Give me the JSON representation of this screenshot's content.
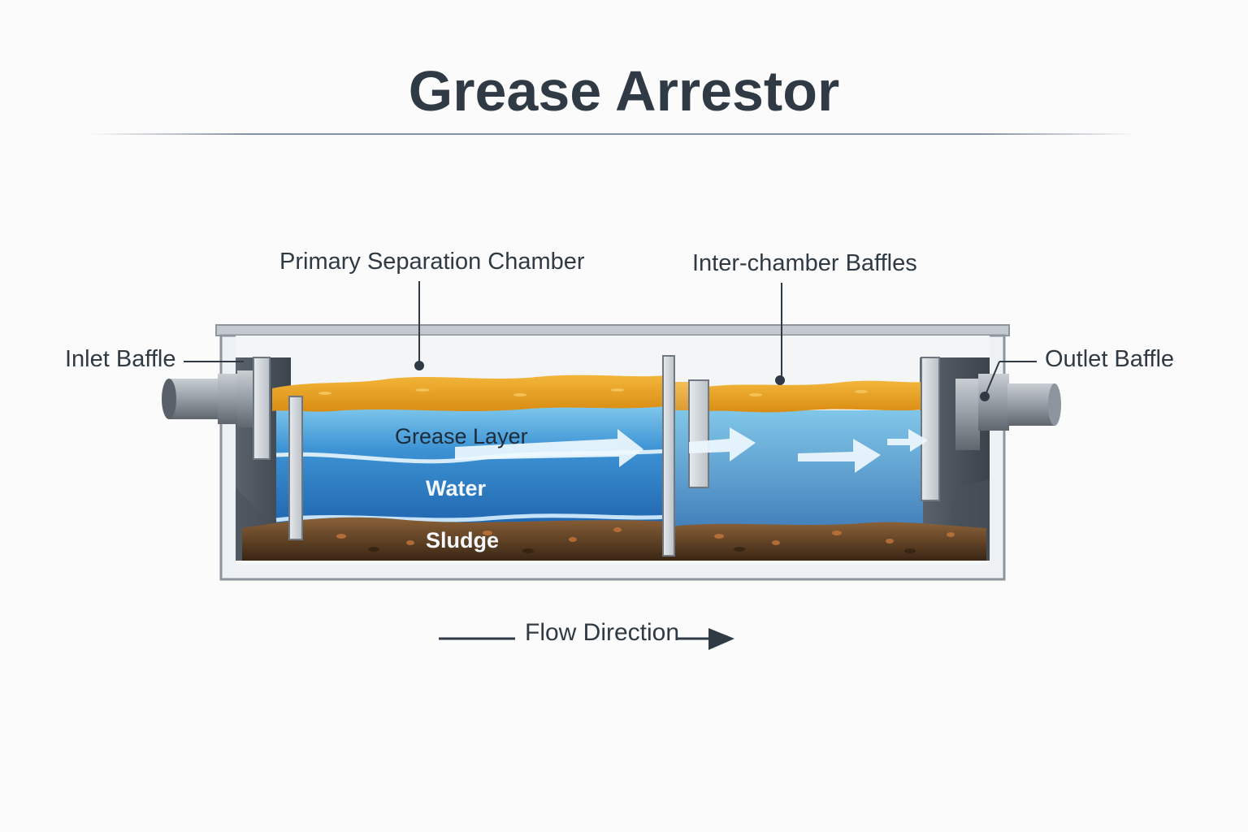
{
  "title": "Grease Arrestor",
  "callouts": {
    "primary_chamber": "Primary Separation Chamber",
    "inter_baffles": "Inter-chamber Baffles",
    "inlet_baffle": "Inlet Baffle",
    "outlet_baffle": "Outlet Baffle"
  },
  "layers": {
    "grease": "Grease Layer",
    "water": "Water",
    "sludge": "Sludge"
  },
  "flow_label": "Flow Direction",
  "colors": {
    "grease": "#e9a21c",
    "water": "#2f7fc4",
    "sludge": "#6b4a2a",
    "tank": "#8c959e",
    "text": "#2f3a45"
  }
}
